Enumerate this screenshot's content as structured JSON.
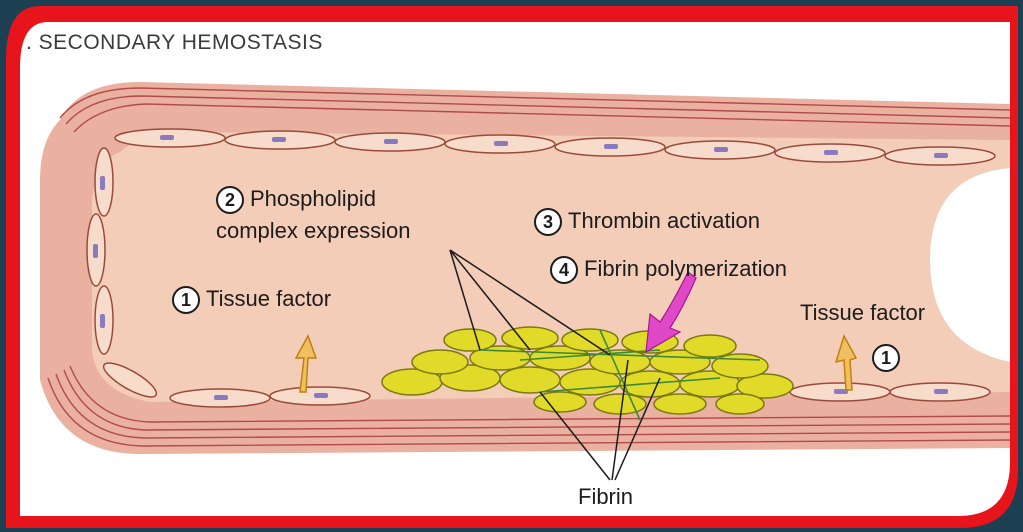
{
  "diagram": {
    "title": ". SECONDARY HEMOSTASIS",
    "steps": [
      {
        "number": "1",
        "label": "Tissue factor"
      },
      {
        "number": "2",
        "label_line1": "Phospholipid",
        "label_line2": "complex expression"
      },
      {
        "number": "3",
        "label": "Thrombin activation"
      },
      {
        "number": "4",
        "label": "Fibrin polymerization"
      }
    ],
    "right_tissue_factor": {
      "number": "1",
      "label": "Tissue factor"
    },
    "fibrin_label": "Fibrin"
  },
  "colors": {
    "background": "#1d3f52",
    "frame": "#e8141b",
    "lumen": "#f0c8b0",
    "vessel_wall": "#e8a898",
    "wall_lines": "#b04a4a",
    "endothelial_cell": "#f5d8c8",
    "nucleus": "#8a7ac0",
    "platelet": "#e0d820",
    "arrow_tissue_factor": "#e8b020",
    "arrow_fibrin": "#e040c0"
  }
}
